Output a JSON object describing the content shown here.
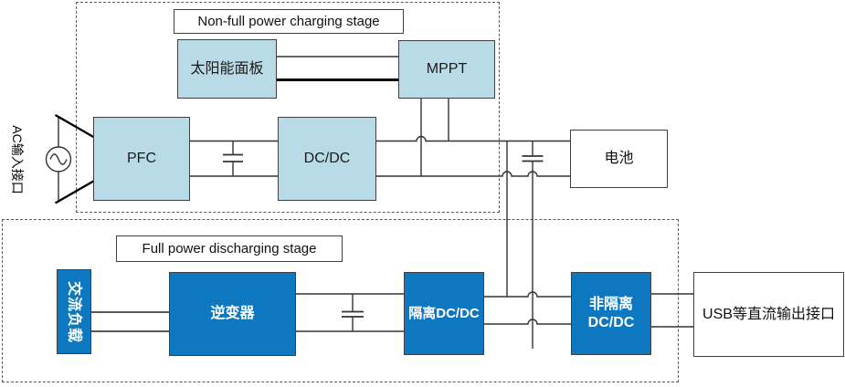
{
  "stages": {
    "charging": {
      "label": "Non-full power charging stage"
    },
    "discharging": {
      "label": "Full power discharging stage"
    }
  },
  "blocks": {
    "ac_input": {
      "label": "AC输入接口"
    },
    "pfc": {
      "label": "PFC"
    },
    "solar_panel": {
      "label": "太阳能面板"
    },
    "mppt": {
      "label": "MPPT"
    },
    "dc_dc": {
      "label": "DC/DC"
    },
    "battery": {
      "label": "电池"
    },
    "ac_load": {
      "label": "交流负载"
    },
    "inverter": {
      "label": "逆变器"
    },
    "isolated_dcdc": {
      "label": "隔离DC/DC"
    },
    "non_isolated_dcdc": {
      "label_line1": "非隔离",
      "label_line2": "DC/DC"
    },
    "usb_output": {
      "label": "USB等直流输出接口"
    }
  },
  "icons": {
    "ac_source": "sine-wave-in-circle",
    "capacitor": "parallel-plate-symbol",
    "wire_crossover": "arc-bump"
  },
  "colors": {
    "light_blue": "#b9dbe7",
    "dark_blue": "#0d78bf",
    "box_border": "#404040",
    "line": "#333333",
    "dashed_border": "#595959",
    "background": "#ffffff"
  }
}
